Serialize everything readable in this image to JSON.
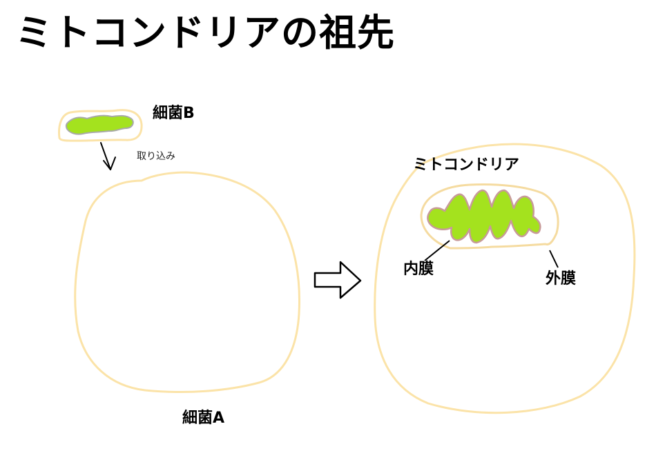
{
  "title": "ミトコンドリアの祖先",
  "labels": {
    "bacteria_b": "細菌B",
    "uptake": "取り込み",
    "bacteria_a": "細菌A",
    "mitochondria": "ミトコンドリア",
    "inner_membrane": "内膜",
    "outer_membrane": "外膜"
  },
  "colors": {
    "cell_outline": "#fbe3a8",
    "bacteria_fill": "#a4e21e",
    "inner_membrane_edge": "#c89a9a",
    "outer_membrane_edge": "#f5dba0",
    "ink": "#000000"
  }
}
